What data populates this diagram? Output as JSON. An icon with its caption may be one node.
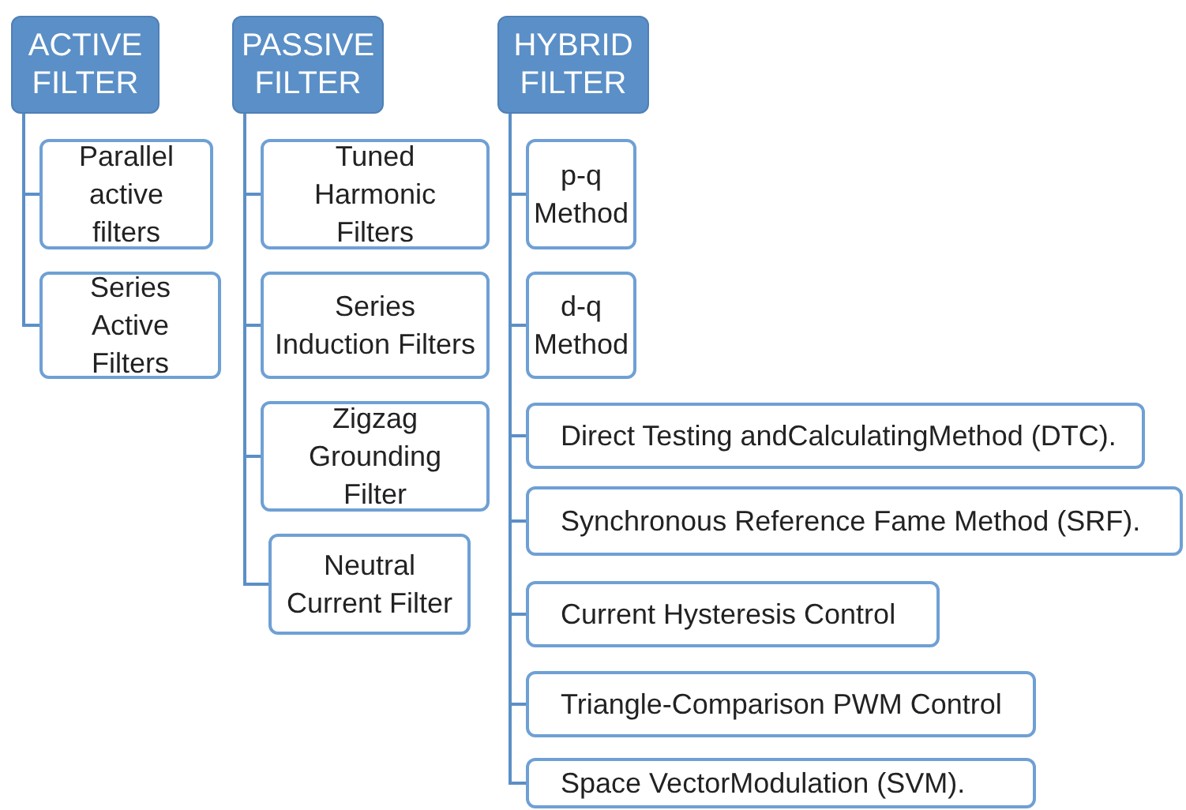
{
  "diagram": {
    "nodes": [
      {
        "text": [
          "ACTIVE FILTER"
        ]
      },
      {
        "text": [
          "Parallel active filters"
        ]
      },
      {
        "text": [
          "Series Active Filters"
        ]
      },
      {
        "text": [
          "PASSIVE FILTER"
        ]
      },
      {
        "text": [
          "Tuned Harmonic Filters"
        ]
      },
      {
        "text": [
          "Series Induction Filters"
        ]
      },
      {
        "text": [
          "Zigzag Grounding Filter"
        ]
      },
      {
        "text": [
          "Neutral Current Filter"
        ]
      },
      {
        "text": [
          "HYBRID FILTER"
        ]
      },
      {
        "text": [
          "p-q Method"
        ]
      },
      {
        "text": [
          "d-q Method"
        ]
      },
      {
        "text": [
          "Direct Testing andCalculatingMethod (DTC)."
        ]
      },
      {
        "text": [
          "Synchronous Reference Fame Method (SRF)."
        ]
      },
      {
        "text": [
          "Current Hysteresis Control"
        ]
      },
      {
        "text": [
          "Triangle-Comparison PWM Control"
        ]
      },
      {
        "text": [
          "Space VectorModulation (SVM)."
        ]
      }
    ],
    "edges": [
      {
        "from": 0,
        "to": 1,
        "arrow": "none"
      },
      {
        "from": 0,
        "to": 2,
        "arrow": "none"
      },
      {
        "from": 3,
        "to": 4,
        "arrow": "none"
      },
      {
        "from": 3,
        "to": 5,
        "arrow": "none"
      },
      {
        "from": 3,
        "to": 6,
        "arrow": "none"
      },
      {
        "from": 3,
        "to": 7,
        "arrow": "none"
      },
      {
        "from": 8,
        "to": 9,
        "arrow": "none"
      },
      {
        "from": 8,
        "to": 10,
        "arrow": "none"
      },
      {
        "from": 8,
        "to": 11,
        "arrow": "none"
      },
      {
        "from": 8,
        "to": 12,
        "arrow": "none"
      },
      {
        "from": 8,
        "to": 13,
        "arrow": "none"
      },
      {
        "from": 8,
        "to": 14,
        "arrow": "none"
      },
      {
        "from": 8,
        "to": 15,
        "arrow": "none"
      }
    ]
  }
}
